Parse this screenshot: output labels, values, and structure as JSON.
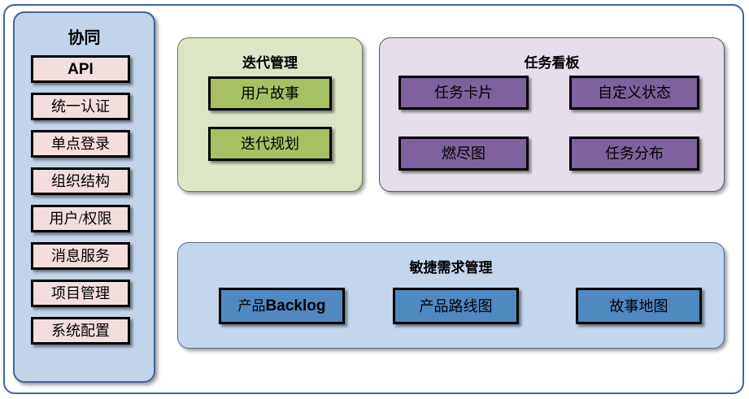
{
  "diagram": {
    "title_hidden": "",
    "colors": {
      "frame_border": "#3f6695",
      "collab_bg": "#c2d4ea",
      "collab_border": "#3f6695",
      "collab_node_bg": "#f3dedd",
      "iteration_bg": "#dde6c4",
      "iteration_node_bg": "#a7c062",
      "taskboard_bg": "#e6dfeb",
      "taskboard_node_bg": "#7d629e",
      "agile_bg": "#c2d6ee",
      "agile_node_bg": "#5088c0",
      "node_border": "#000000"
    }
  },
  "collaboration": {
    "title": "协同",
    "items": [
      {
        "label": "API",
        "style": "sans-bold"
      },
      {
        "label": "统一认证",
        "style": "serif"
      },
      {
        "label": "单点登录",
        "style": "serif"
      },
      {
        "label": "组织结构",
        "style": "serif"
      },
      {
        "label": "用户/权限",
        "style": "serif"
      },
      {
        "label": "消息服务",
        "style": "serif"
      },
      {
        "label": "项目管理",
        "style": "serif"
      },
      {
        "label": "系统配置",
        "style": "serif"
      }
    ]
  },
  "iteration": {
    "title": "迭代管理",
    "items": [
      {
        "label": "用户故事"
      },
      {
        "label": "迭代规划"
      }
    ]
  },
  "taskboard": {
    "title": "任务看板",
    "items": [
      {
        "label": "任务卡片"
      },
      {
        "label": "自定义状态"
      },
      {
        "label": "燃尽图"
      },
      {
        "label": "任务分布"
      }
    ]
  },
  "agile": {
    "title": "敏捷需求管理",
    "items": [
      {
        "label_cjk": "产品",
        "label_bold": "Backlog",
        "label": "产品Backlog"
      },
      {
        "label": "产品路线图"
      },
      {
        "label": "故事地图"
      }
    ]
  }
}
